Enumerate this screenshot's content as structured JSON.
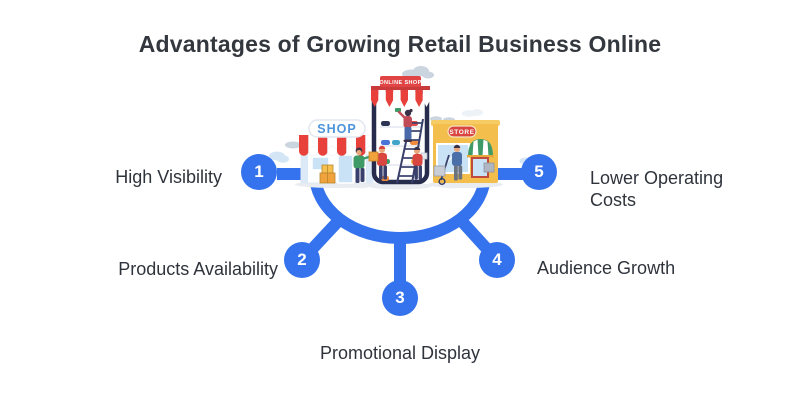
{
  "title": "Advantages of Growing Retail Business Online",
  "diagram": {
    "accent_color": "#3573EE",
    "items": [
      {
        "number": "1",
        "label": "High Visibility"
      },
      {
        "number": "2",
        "label": "Products Availability"
      },
      {
        "number": "3",
        "label": "Promotional Display"
      },
      {
        "number": "4",
        "label": "Audience Growth"
      },
      {
        "number": "5",
        "label": "Lower Operating Costs"
      }
    ]
  },
  "illustration": {
    "shop_sign": "SHOP",
    "online_shop_sign": "ONLINE SHOP",
    "store_sign": "STORE"
  }
}
